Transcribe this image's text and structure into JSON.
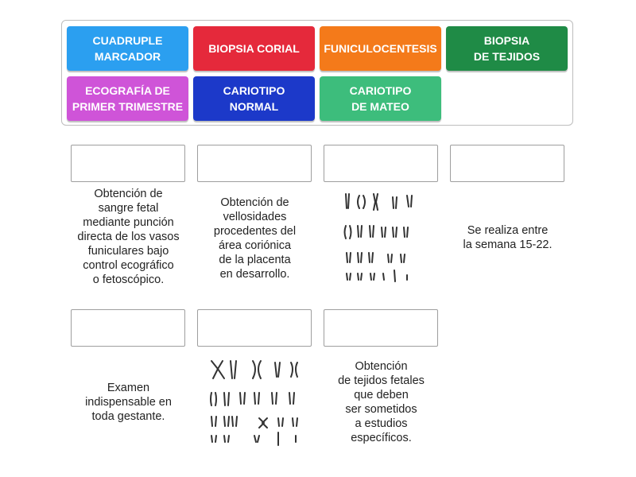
{
  "tiles": [
    {
      "label": "CUADRUPLE\nMARCADOR",
      "color": "#2b9ff0"
    },
    {
      "label": "BIOPSIA CORIAL",
      "color": "#e5293b"
    },
    {
      "label": "FUNICULOCENTESIS",
      "color": "#f47a1a"
    },
    {
      "label": "BIOPSIA\nDE TEJIDOS",
      "color": "#1f8b46"
    },
    {
      "label": "ECOGRAFÍA DE\nPRIMER TRIMESTRE",
      "color": "#cf54d8"
    },
    {
      "label": "CARIOTIPO\nNORMAL",
      "color": "#1c39c9"
    },
    {
      "label": "CARIOTIPO\nDE MATEO",
      "color": "#3dbd7c"
    }
  ],
  "cards": [
    {
      "text": "Obtención de\nsangre fetal\nmediante punción\ndirecta de los vasos\nfuniculares bajo\ncontrol ecográfico\no fetoscópico."
    },
    {
      "text": "Obtención de\nvellosidades\nprocedentes del\nárea coriónica\nde la placenta\nen desarrollo."
    },
    {
      "image": "karyotype-image"
    },
    {
      "text": "Se realiza entre\nla semana 15-22."
    },
    {
      "text": "Examen\nindispensable en\ntoda gestante."
    },
    {
      "image": "karyotype-image"
    },
    {
      "text": "Obtención\nde tejidos fetales\nque deben\nser sometidos\na estudios\nespecíficos."
    }
  ]
}
